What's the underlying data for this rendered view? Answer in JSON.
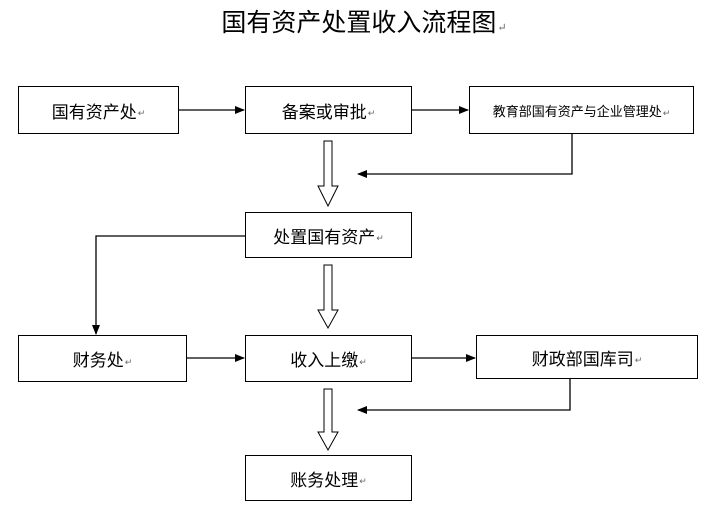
{
  "title": "国有资产处置收入流程图",
  "return_mark": "↵",
  "nodes": {
    "state_assets_office": "国有资产处",
    "filing_or_approval": "备案或审批",
    "moe_assets_dept": "教育部国有资产与企业管理处",
    "dispose_assets": "处置国有资产",
    "finance_office": "财务处",
    "income_submission": "收入上缴",
    "mof_treasury": "财政部国库司",
    "accounting": "账务处理"
  }
}
